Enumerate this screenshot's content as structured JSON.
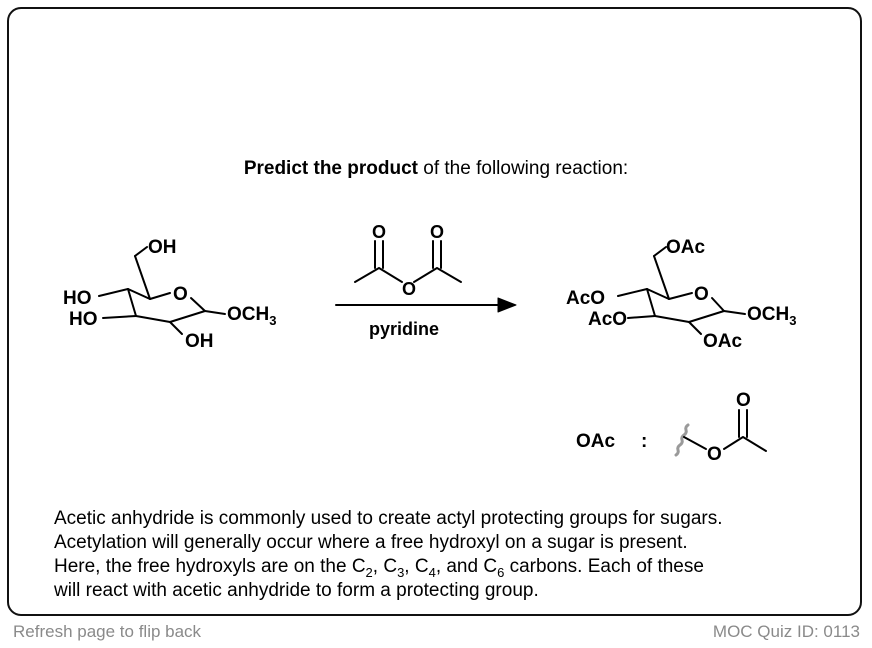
{
  "question": {
    "bold": "Predict the product",
    "rest": " of the following reaction:"
  },
  "reactant": {
    "oh_top": "OH",
    "ho_c4": "HO",
    "ho_c3": "HO",
    "ring_o": "O",
    "och3": "OCH",
    "och3_sub": "3",
    "oh_c2": "OH"
  },
  "reagent": {
    "o1": "O",
    "o2": "O",
    "o_bridge": "O",
    "solvent": "pyridine"
  },
  "product": {
    "oac_top": "OAc",
    "aco_c4": "AcO",
    "aco_c3": "AcO",
    "ring_o": "O",
    "och3": "OCH",
    "och3_sub": "3",
    "oac_c2": "OAc"
  },
  "legend": {
    "label": "OAc",
    "colon": ":",
    "carbonyl_o": "O",
    "ester_o": "O"
  },
  "explanation": {
    "line1": "Acetic anhydride is commonly used to create actyl protecting groups for sugars.",
    "line2": "Acetylation will generally occur where a free hydroxyl on a sugar is present.",
    "line3_a": "Here, the free hydroxyls are on the C",
    "line3_s1": "2",
    "line3_b": ", C",
    "line3_s2": "3",
    "line3_c": ", C",
    "line3_s3": "4",
    "line3_d": ", and C",
    "line3_s4": "6",
    "line3_e": " carbons.  Each of these",
    "line4": "will react with acetic anhydride to form a protecting group."
  },
  "footer": {
    "left": "Refresh page to flip back",
    "right": "MOC Quiz ID: 0113"
  }
}
